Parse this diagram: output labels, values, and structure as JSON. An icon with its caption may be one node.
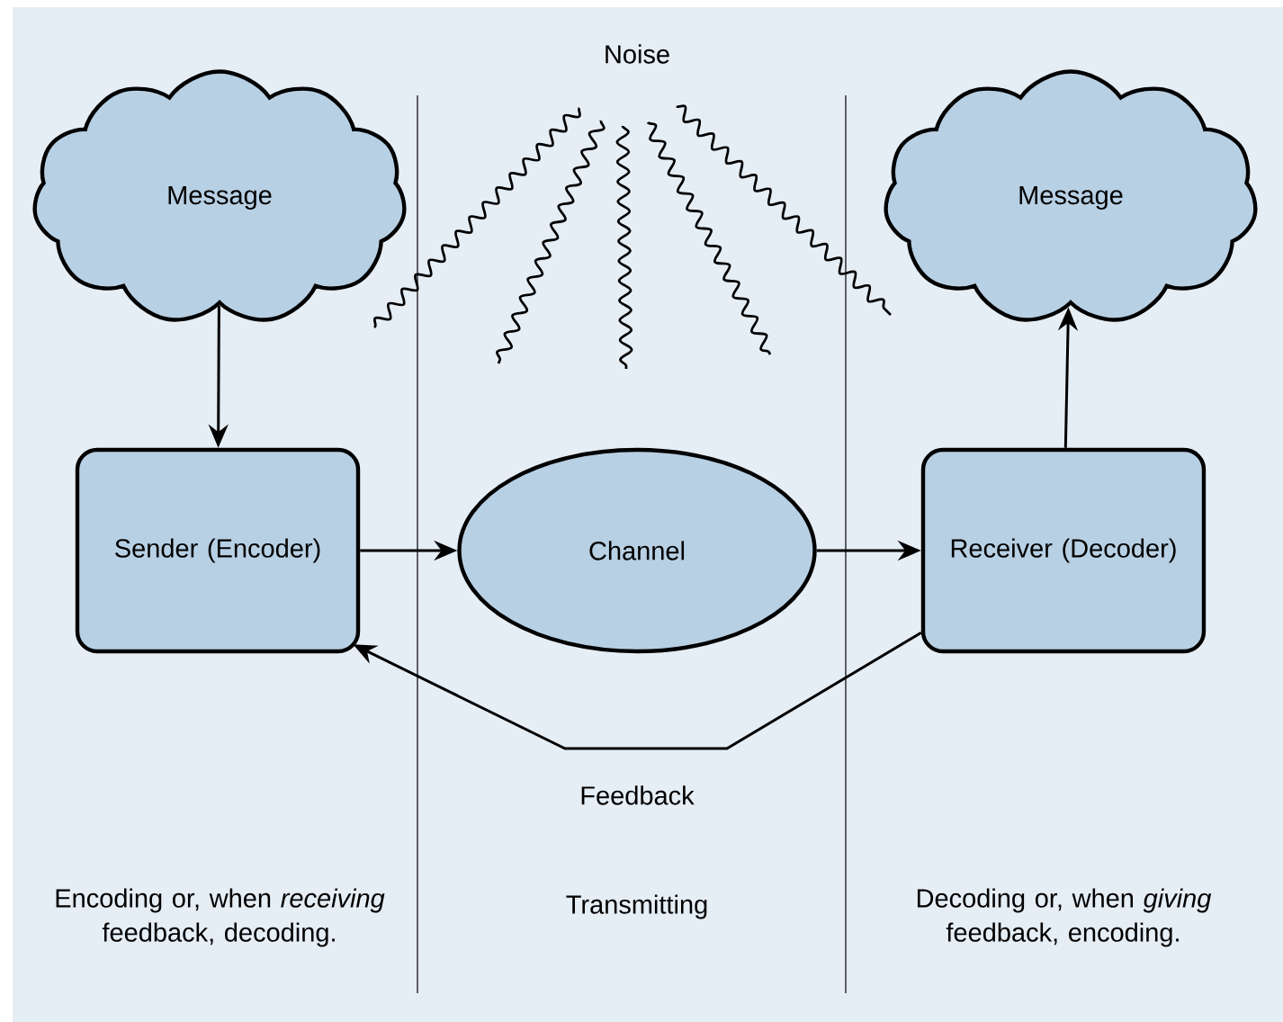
{
  "diagram": {
    "nodes": [
      {
        "text": [
          "Message"
        ]
      },
      {
        "text": [
          "Sender (Encoder)"
        ]
      },
      {
        "text": [
          "Channel"
        ]
      },
      {
        "text": [
          "Receiver (Decoder)"
        ]
      },
      {
        "text": [
          "Message"
        ]
      }
    ],
    "edges": [
      {
        "from": 0,
        "to": 1,
        "arrow": "to"
      },
      {
        "from": 1,
        "to": 2,
        "arrow": "to"
      },
      {
        "from": 2,
        "to": 3,
        "arrow": "to"
      },
      {
        "from": 3,
        "to": 4,
        "arrow": "to"
      },
      {
        "from": 3,
        "to": 1,
        "arrow": "to",
        "label": "Feedback"
      }
    ],
    "labels": [
      "Noise",
      "Encoding or, when *receiving* feedback, decoding.",
      "Transmitting",
      "Decoding or, when *giving* feedback, encoding."
    ]
  }
}
